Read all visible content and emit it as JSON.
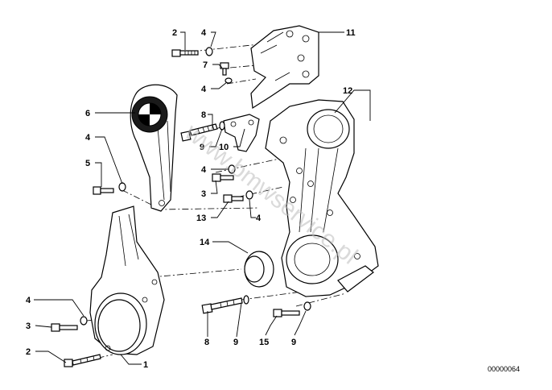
{
  "diagram": {
    "callouts": {
      "c1": "1",
      "c2a": "2",
      "c2b": "2",
      "c3a": "3",
      "c3b": "3",
      "c4a": "4",
      "c4b": "4",
      "c4c": "4",
      "c4d": "4",
      "c4e": "4",
      "c4f": "4",
      "c5": "5",
      "c6": "6",
      "c7": "7",
      "c8a": "8",
      "c8b": "8",
      "c9a": "9",
      "c9b": "9",
      "c9c": "9",
      "c10": "10",
      "c11": "11",
      "c12": "12",
      "c13": "13",
      "c14": "14",
      "c15": "15"
    },
    "watermark": "www.bmwservice.pl",
    "diagram_id": "00000064"
  }
}
